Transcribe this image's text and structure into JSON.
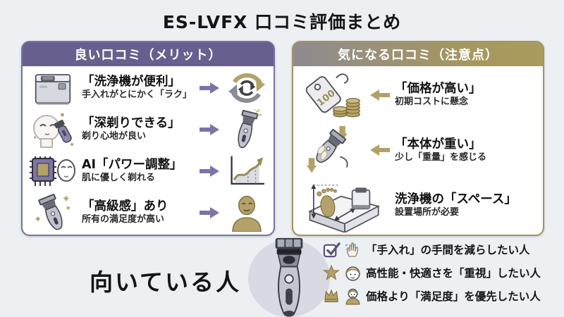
{
  "title": "ES-LVFX 口コミ評価まとめ",
  "colors": {
    "accent_purple": "#67608e",
    "accent_gold": "#a5975e",
    "arrow_purple": "#7b74a8",
    "arrow_tan": "#b3a069",
    "background": "#edf0f3"
  },
  "left_panel": {
    "header": "良い口コミ（メリット）",
    "items": [
      {
        "icon": "cleaning-station-icon",
        "title": "「洗浄機が便利」",
        "subtitle": "手入れがとにかく「ラク」",
        "result_icon": "recycle-arrows-icon"
      },
      {
        "icon": "face-shaving-icon",
        "title": "「深剃りできる」",
        "subtitle": "剃り心地が良い",
        "result_icon": "shaver-icon"
      },
      {
        "icon": "ai-chip-face-icon",
        "title": "AI「パワー調整」",
        "subtitle": "肌に優しく剃れる",
        "result_icon": "rising-graph-icon"
      },
      {
        "icon": "premium-shaver-icon",
        "title": "「高級感」あり",
        "subtitle": "所有の満足度が高い",
        "result_icon": "happy-person-icon"
      }
    ]
  },
  "right_panel": {
    "header": "気になる口コミ（注意点）",
    "items": [
      {
        "icon": "price-tag-coins-icon",
        "tag_label": "100",
        "title": "「価格が高い」",
        "subtitle": "初期コストに懸念"
      },
      {
        "icon": "heavy-shaver-icon",
        "title": "「本体が重い」",
        "subtitle": "少し「重量」を感じる"
      },
      {
        "icon": "footprint-space-icon",
        "title": "洗浄機の「スペース」",
        "subtitle": "設置場所が必要"
      }
    ]
  },
  "bottom": {
    "heading": "向いている人",
    "bullets": [
      {
        "icons": [
          "checkbox-icon",
          "hand-icon"
        ],
        "text": "「手入れ」の手間を減らしたい人"
      },
      {
        "icons": [
          "star-icon",
          "face-icon"
        ],
        "text": "高性能・快適さを「重視」したい人"
      },
      {
        "icons": [
          "crown-icon",
          "person-icon"
        ],
        "text": "価格より「満足度」を優先したい人"
      }
    ]
  }
}
